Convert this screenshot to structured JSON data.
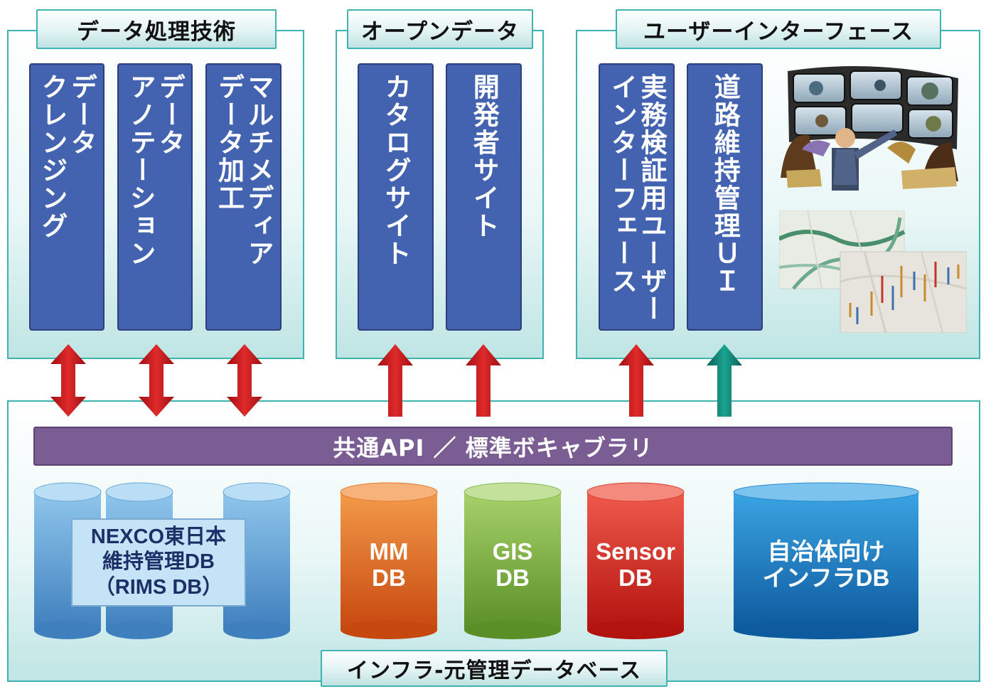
{
  "groups": {
    "data_processing": {
      "title": "データ処理技術",
      "columns": [
        "データ\nクレンジング",
        "データ\nアノテーション",
        "マルチメディア\nデータ加工"
      ]
    },
    "open_data": {
      "title": "オープンデータ",
      "columns": [
        "カタログサイト",
        "開発者サイト"
      ]
    },
    "user_interface": {
      "title": "ユーザーインターフェース",
      "columns": [
        "実務検証用ユーザー\nインターフェース",
        "道路維持管理ＵＩ"
      ]
    }
  },
  "api_bar": "共通API ／ 標準ボキャブラリ",
  "databases": {
    "nexco": "NEXCO東日本\n維持管理DB\n（RIMS DB）",
    "mm": "MM\nDB",
    "gis": "GIS\nDB",
    "sensor": "Sensor\nDB",
    "municipal": "自治体向け\nインフラDB"
  },
  "base_title": "インフラ-元管理データベース",
  "colors": {
    "panel_border": "#3fb3b0",
    "column_blue": "#4363b0",
    "api_purple": "#7a5e93",
    "arrow_red": "#c8161e",
    "arrow_teal": "#14887a",
    "db_blue": "#5aa5db",
    "db_orange": "#f07f2a",
    "db_green": "#8cc04c",
    "db_red": "#e63530",
    "db_deepblue": "#1d86c9"
  }
}
